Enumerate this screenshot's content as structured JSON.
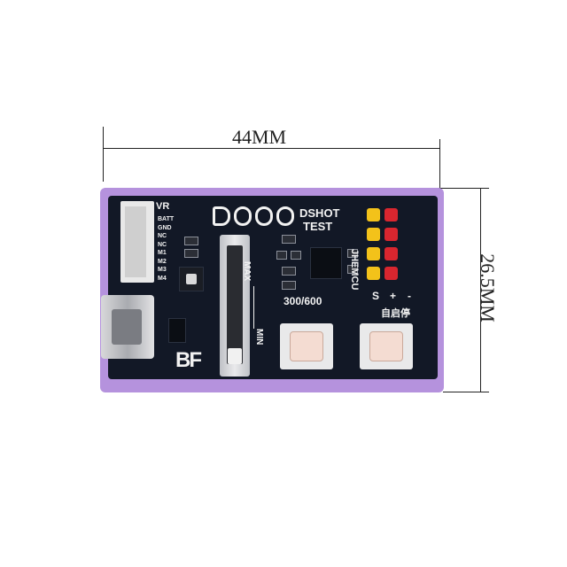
{
  "dimensions": {
    "width_label": "44MM",
    "height_label": "26.5MM"
  },
  "board": {
    "vr_label": "VR",
    "pin_labels": [
      "BATT",
      "GND",
      "NC",
      "NC",
      "M1",
      "M2",
      "M3",
      "M4"
    ],
    "dshot_label": "DSHOT",
    "test_label": "TEST",
    "max_label": "MAX",
    "min_label": "MIN",
    "speed_label": "300/600",
    "brand_vertical": "JHEMCU",
    "s_label": "S",
    "plus_label": "+",
    "minus_label": "-",
    "auto_start_label": "自启停",
    "bf_logo": "BF"
  },
  "colors": {
    "case": "#b592dd",
    "pcb": "#121826",
    "pin_yellow": "#f3c21a",
    "pin_red": "#d9262f"
  }
}
